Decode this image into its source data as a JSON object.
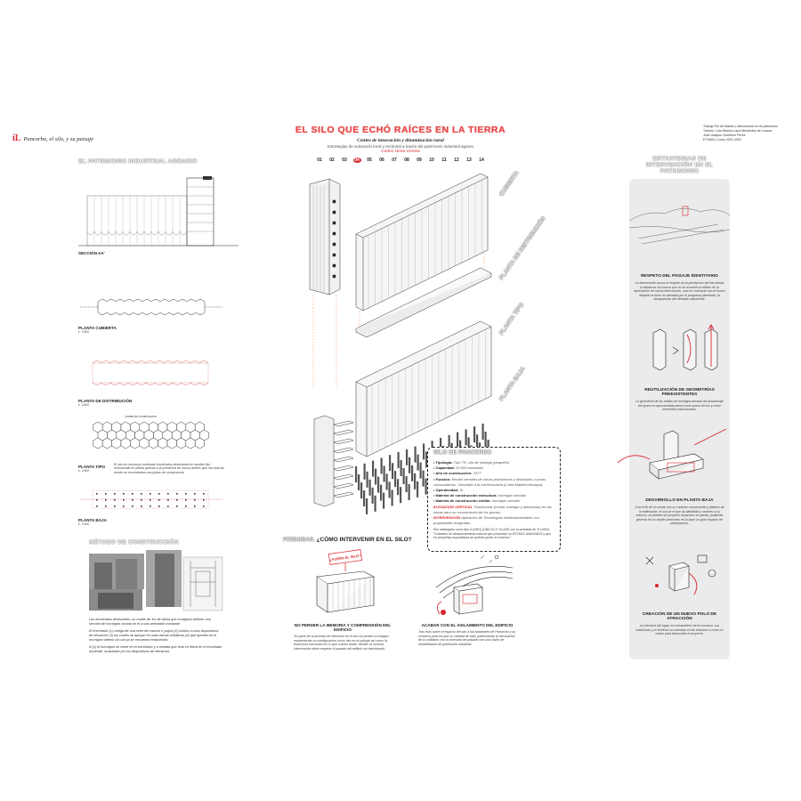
{
  "header": {
    "brand_mark": "iL",
    "brand_text": "Pancorbo, el silo, y su paisaje",
    "title": "EL SILO QUE ECHÓ RAÍCES EN LA TIERRA",
    "subtitle": "Centro de innovación y dinamización rural",
    "subtitle2": "Estrategias de activación local y territorial a través del patrimonio industrial agrario",
    "author": "Carlos Urrea Ossina",
    "pages": [
      "01",
      "02",
      "03",
      "04",
      "05",
      "06",
      "07",
      "08",
      "09",
      "10",
      "11",
      "12",
      "13",
      "14"
    ],
    "active_page": "04",
    "right_lines": [
      "Trabajo Fin de Máster | Intervención en el patrimonio",
      "Tutores: Luis Ramón-Laca Menéndez de Luarca",
      "José Joaquín Gutiérrez Pérez",
      "ETSAM | Curso 2021-2022"
    ]
  },
  "left": {
    "section_title": "EL PATRIMONIO INDUSTRIAL AGRARIO",
    "section_label": "SECCIÓN AA'",
    "plans": [
      {
        "label": "PLANTA CUBIERTA",
        "scale": "e. 1/600"
      },
      {
        "label": "PLANTA DE DISTRIBUCIÓN",
        "scale": "e. 1/600"
      },
      {
        "label": "PLANTA TIPO",
        "scale": "e. 1/600",
        "note": "El silo se construyó mediante encofrados deslizantes en sentido fijo; reconocible en planta gracias a la presencia de muros dobles que nos indican dónde se encontraban sus juntas de construcción"
      },
      {
        "label": "PLANTA BAJA",
        "scale": "e. 1/600"
      }
    ],
    "tag_label": "Juntas de construcción",
    "method_title": "MÉTODO DE CONSTRUCCIÓN",
    "method_text": [
      "Las encofrados deslizantes: un molde de 1m de altura que contiguos definen una sección de hormigón corrida en el a una velocidad constante.",
      "El encofrado (1) cuelga de una serie de marcos o yugos (2) unidos a unos dispositivos de elevación (3) los cuales se apoyan en unas barras metálicas (4) que quedan en el hormigón inferior al cual ya se encuentra endurecido.",
      "A (1) el hormigón se vierte en el encofrado y a medida que éste se eleva en el encofrado asciende, arrastrado por los dispositivos de elevación."
    ]
  },
  "center": {
    "labels": [
      "CUBIERTA",
      "PLANTA DE DISTRIBUCIÓN",
      "PLANTA TIPO",
      "PLANTA BAJA"
    ],
    "info_title": "SILO DE PANCORBO",
    "info_rows": [
      {
        "k": "Tipología:",
        "v": "Tipo TR, silo de trasiego (pequeño)"
      },
      {
        "k": "Capacidad:",
        "v": "10.000 toneladas"
      },
      {
        "k": "Año de construcción:",
        "v": "1977"
      },
      {
        "k": "Función:",
        "v": "Recibir cereales de zonas productoras y distribuirlo a zonas consumidoras. Vinculado a la red ferroviaria (Línea Madrid-Hendaya)"
      },
      {
        "k": "Operatividad:",
        "v": "Sí"
      },
      {
        "k": "Material de construcción estructura:",
        "v": "hormigón armado"
      },
      {
        "k": "Material de construcción celdas:",
        "v": "hormigón armado"
      }
    ],
    "info_red1": "ELEVACIÓN VERTICAL",
    "info_red1_text": "Transformar (recibir, trasegar y almacenar) en las zonas para su conservación de los granos.",
    "info_red2": "INTERVENCIÓN",
    "info_red2_text": "Aplicación de Tecnologías medioambientales con propiedades fungicidas.",
    "info_foot": "Silo catalogado como tipo A (UNO) (ÚNICO) 1ª CLASE con la prioridad de 1ª (1992).",
    "info_foot2": "\"Unidades de almacenamiento vertical que presentan un ESTADO AVANZADO y que en pequeñas esporádicas se podrían poner en marcha.\"",
    "premise_title_out": "PREMISAS.",
    "premise_title": "¿CÓMO INTERVENIR EN EL SILO?",
    "sign_text": "¡ FUERA EL SILO !",
    "cap1": "NO PERDER LA MEMORIA Y COMPRENSIÓN DEL EDIFICIO",
    "cap1_text": "Se parte de la premisa de intervenir en el silo sin perder su imagen manteniendo su configuración como hito en el paisaje así como la estructura funcional con lo que a priori alude, decide: la mínima intervención debe respetar el pasado del edificio sin desvirtuarlo.",
    "cap2": "ACABAR CON EL AISLAMIENTO DEL EDIFICIO",
    "cap2_text": "Tras esto sobre el espacio del silo a los habitantes de Pancorbo y su comarca para los que su calidad de vida, potenciando la vinculación de lo cotidiano con la memoria del pasado con una visión de rehabilitación de patrimonio industrial."
  },
  "right": {
    "title": "ESTRATEGIAS DE INTERVENCIÓN EN EL PATRIMONIO",
    "items": [
      {
        "head": "RESPETO DEL PAISAJE IDENTITARIO",
        "text": "La intervención busca el respeto de la percepción del hito desde la distancia. Así busca que no se acentúe el edificio en la apreciación de nueva intervención, sino en contraste con el tronco dejando la base no afectada por el programa planteado, la desaparición del elevador adyacente."
      },
      {
        "head": "REUTILIZACIÓN DE GEOMETRÍAS PREEXISTENTES",
        "text": "La geometría de las celdas de hormigón armado da almacenaje del grano es aprovechada ahora como pozos de luz y como elementos estructurales."
      },
      {
        "head": "DESARROLLO EN PLANTA BAJA",
        "text": "Con el fin de no restar con un carácter monumental y plástico de la edificación, el uso se el que da identidad y carácter a su entorno, se plantea un proyecto expansivo en planta, pudiendo generar en su amplio perímetro en la base un gran espacio de participación."
      },
      {
        "head": "CREACIÓN DE UN NUEVO POLO DE ATRACCIÓN",
        "text": "La memoria del lugar, los ensamblees de la comarca, sus tradiciones y el territorio su ostentan en las entornos a crear un centro para desarrollar el proyecto."
      }
    ]
  }
}
